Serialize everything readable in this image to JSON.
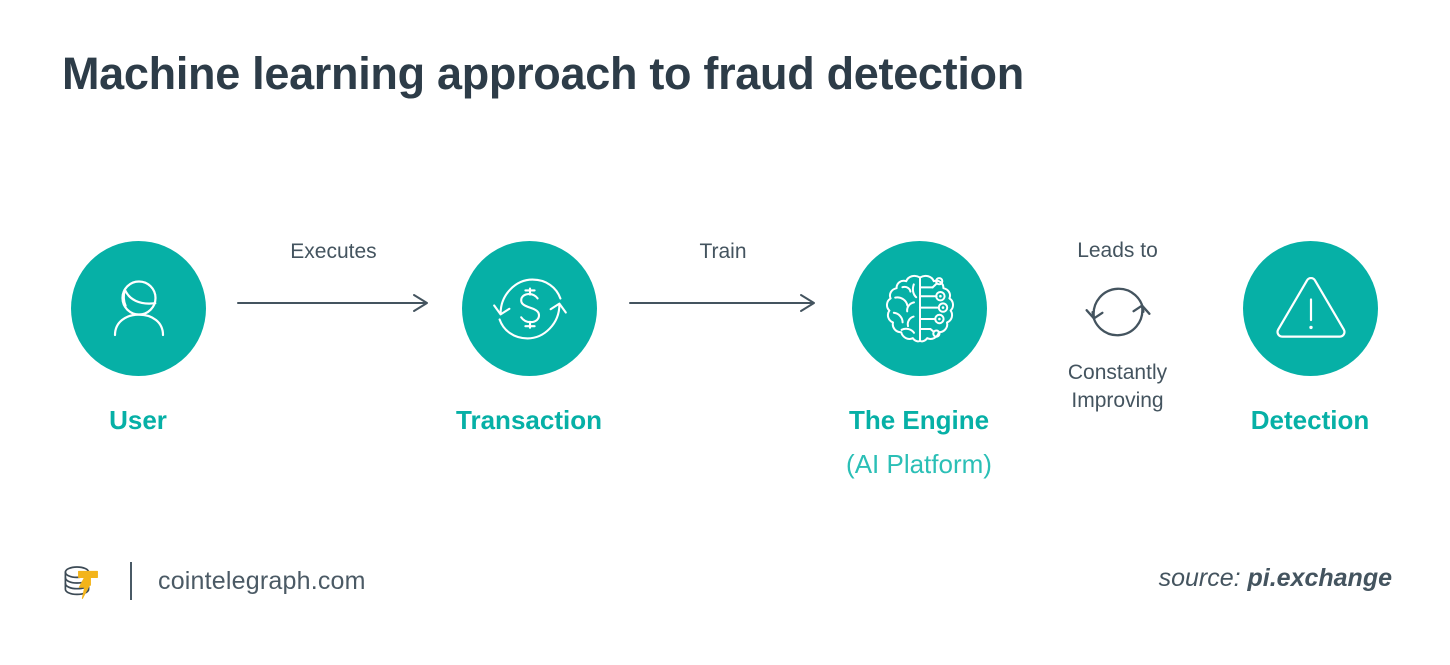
{
  "meta": {
    "title": "Machine learning approach to fraud detection",
    "colors": {
      "teal": "#06b0a6",
      "teal_light": "#2bbfb6",
      "slate": "#44545f",
      "title_dark": "#2d3c48",
      "logo_gold": "#f3b41b",
      "background": "#ffffff"
    }
  },
  "flow": {
    "nodes": [
      {
        "id": "user",
        "label": "User",
        "sublabel": "",
        "icon": "user-avatar-icon"
      },
      {
        "id": "transaction",
        "label": "Transaction",
        "sublabel": "",
        "icon": "dollar-exchange-icon"
      },
      {
        "id": "engine",
        "label": "The Engine",
        "sublabel": "(AI Platform)",
        "icon": "ai-brain-icon"
      },
      {
        "id": "detection",
        "label": "Detection",
        "sublabel": "",
        "icon": "warning-triangle-icon"
      }
    ],
    "connectors": [
      {
        "id": "executes",
        "label": "Executes",
        "from": "user",
        "to": "transaction",
        "icon": "arrow-right-icon"
      },
      {
        "id": "train",
        "label": "Train",
        "from": "transaction",
        "to": "engine",
        "icon": "arrow-right-icon"
      }
    ],
    "loop": {
      "label_top": "Leads to",
      "label_bottom_line1": "Constantly",
      "label_bottom_line2": "Improving",
      "icon": "circular-refresh-icon"
    }
  },
  "footer": {
    "logo_icon": "cointelegraph-logo-icon",
    "site": "cointelegraph.com",
    "source_prefix": "source:",
    "source_name": "pi.exchange"
  }
}
